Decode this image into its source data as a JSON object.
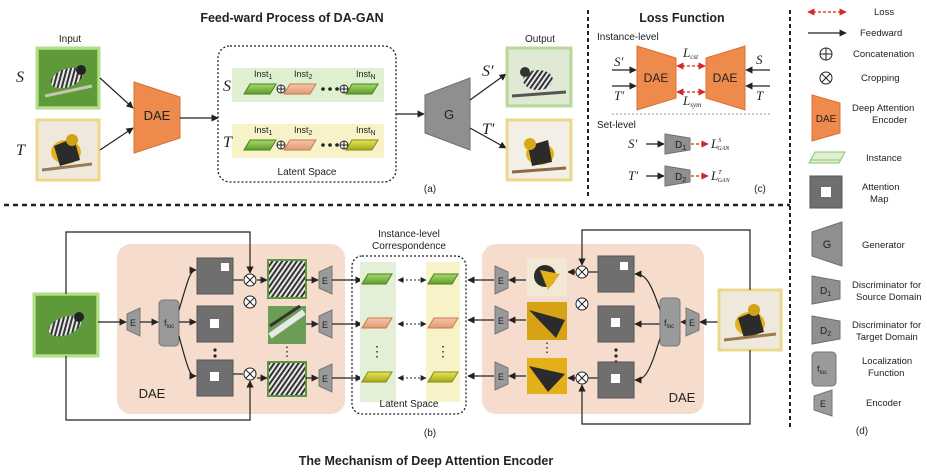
{
  "panel_a": {
    "title": "Feed-ward Process of DA-GAN",
    "input_label": "Input",
    "output_label": "Output",
    "s_symbol": "S",
    "t_symbol": "T",
    "s_prime": "S′",
    "t_prime": "T′",
    "dae_label": "DAE",
    "g_label": "G",
    "inst1": "Inst",
    "inst1_sub": "1",
    "inst2": "Inst",
    "inst2_sub": "2",
    "instn": "Inst",
    "instn_sub": "N",
    "latent_space": "Latent Space",
    "caption": "(a)"
  },
  "panel_c": {
    "title": "Loss Function",
    "instance_level": "Instance-level",
    "set_level": "Set-level",
    "dae_label": "DAE",
    "s_prime": "S′",
    "t_prime": "T′",
    "s_symbol": "S",
    "t_symbol": "T",
    "l_cst": "L",
    "l_cst_sub": "cst",
    "l_sym": "L",
    "l_sym_sub": "sym",
    "d1": "D",
    "d1_sub": "1",
    "d2": "D",
    "d2_sub": "2",
    "l_gan_s": "L",
    "l_gan_s_sup": "S",
    "l_gan_s_sub": "GAN",
    "l_gan_t": "L",
    "l_gan_t_sup": "T",
    "l_gan_t_sub": "GAN",
    "caption": "(c)"
  },
  "panel_b": {
    "title": "The Mechanism of Deep Attention Encoder",
    "correspondence_line1": "Instance-level",
    "correspondence_line2": "Correspondence",
    "latent_space": "Latent Space",
    "dae_left": "DAE",
    "dae_right": "DAE",
    "e_label": "E",
    "floc_label": "f",
    "floc_sub": "loc",
    "caption": "(b)"
  },
  "legend": {
    "loss": "Loss",
    "feedward": "Feedward",
    "concatenation": "Concatenation",
    "cropping": "Cropping",
    "dae_icon": "DAE",
    "dae_line1": "Deep Attention",
    "dae_line2": "Encoder",
    "instance": "Instance",
    "attention_line1": "Attention",
    "attention_line2": "Map",
    "g_icon": "G",
    "generator": "Generator",
    "d1_icon": "D",
    "d1_icon_sub": "1",
    "disc_source_line1": "Discriminator for",
    "disc_source_line2": "Source Domain",
    "d2_icon": "D",
    "d2_icon_sub": "2",
    "disc_target_line1": "Discriminator for",
    "disc_target_line2": "Target Domain",
    "floc_icon": "f",
    "floc_icon_sub": "loc",
    "localization_line1": "Localization",
    "localization_line2": "Function",
    "e_icon": "E",
    "encoder": "Encoder",
    "caption": "(d)"
  }
}
